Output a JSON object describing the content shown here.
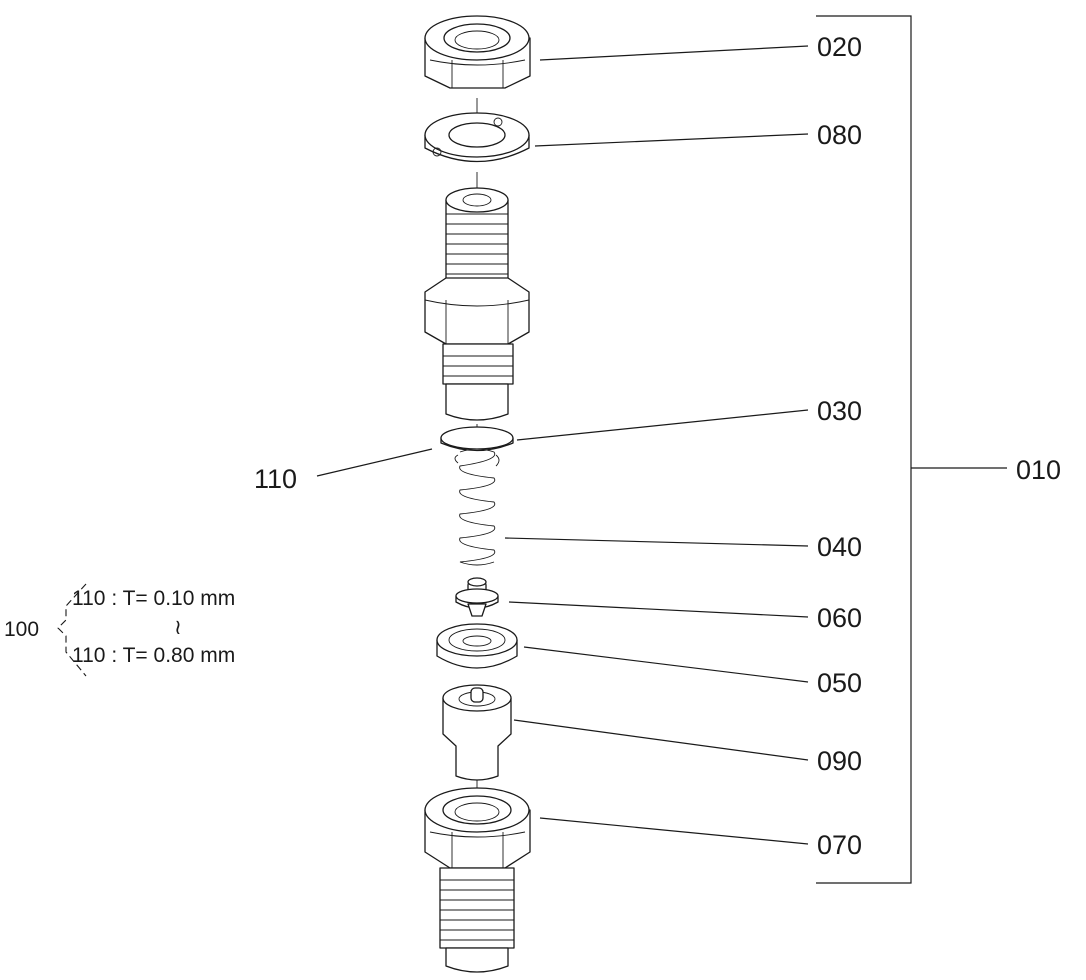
{
  "callouts": {
    "assembly": "010",
    "nut_top": "020",
    "washer": "080",
    "gasket": "030",
    "shim": "110",
    "spring": "040",
    "valve": "060",
    "seat": "050",
    "holder": "090",
    "nut_bottom": "070"
  },
  "shim_note": {
    "group_ref": "100",
    "line1": "110 : T= 0.10 mm",
    "tilde": "≀",
    "line2": "110 : T= 0.80 mm"
  }
}
